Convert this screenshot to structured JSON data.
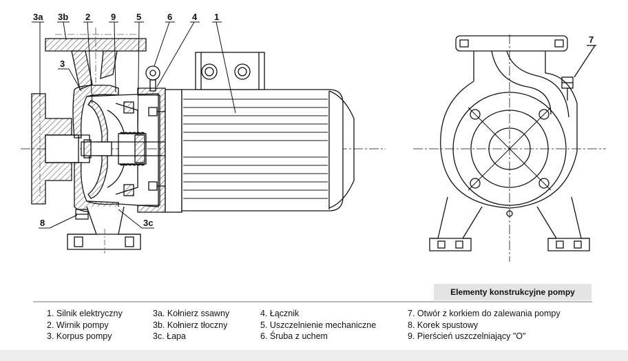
{
  "callouts": {
    "c1": "1",
    "c2": "2",
    "c3": "3",
    "c3a": "3a",
    "c3b": "3b",
    "c3c": "3c",
    "c4": "4",
    "c5": "5",
    "c6": "6",
    "c7": "7",
    "c8": "8",
    "c9": "9"
  },
  "caption": "Elementy konstrukcyjne pompy",
  "legend": {
    "col1": [
      "1. Silnik elektryczny",
      "2. Wirnik pompy",
      "3. Korpus pompy"
    ],
    "col2": [
      "3a. Kołnierz ssawny",
      "3b. Kołnierz tłoczny",
      "3c. Łapa"
    ],
    "col3": [
      "4. Łącznik",
      "5. Uszczelnienie mechaniczne",
      "6. Śruba z uchem"
    ],
    "col4": [
      "7. Otwór z korkiem do zalewania pompy",
      "8. Korek spustowy",
      "9. Pierścień uszczelniający \"O\""
    ]
  }
}
